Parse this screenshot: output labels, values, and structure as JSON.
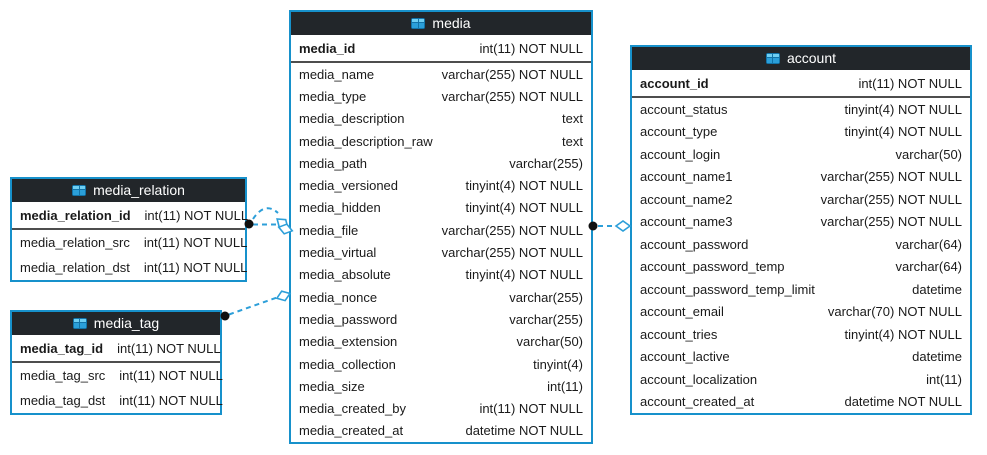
{
  "diagram_type": "database-er-diagram",
  "colors": {
    "accent": "#1791cb",
    "header_bg": "#22262a",
    "header_text": "#ffffff",
    "row_text": "#1a1a1a",
    "pk_divider": "#4d4d4d",
    "connector": "#2d9fd9",
    "dot": "#101010",
    "icon_frame": "#1273a8",
    "icon_top": "#6ecef2",
    "icon_bottom": "#2b9fd9",
    "page_bg": "#ffffff"
  },
  "tables": [
    {
      "key": "media",
      "name": "media",
      "icon": "table-icon",
      "columns": [
        {
          "name": "media_id",
          "type": "int(11) NOT NULL",
          "pk": true
        },
        {
          "name": "media_name",
          "type": "varchar(255) NOT NULL"
        },
        {
          "name": "media_type",
          "type": "varchar(255) NOT NULL"
        },
        {
          "name": "media_description",
          "type": "text"
        },
        {
          "name": "media_description_raw",
          "type": "text"
        },
        {
          "name": "media_path",
          "type": "varchar(255)"
        },
        {
          "name": "media_versioned",
          "type": "tinyint(4) NOT NULL"
        },
        {
          "name": "media_hidden",
          "type": "tinyint(4) NOT NULL"
        },
        {
          "name": "media_file",
          "type": "varchar(255) NOT NULL"
        },
        {
          "name": "media_virtual",
          "type": "varchar(255) NOT NULL"
        },
        {
          "name": "media_absolute",
          "type": "tinyint(4) NOT NULL"
        },
        {
          "name": "media_nonce",
          "type": "varchar(255)"
        },
        {
          "name": "media_password",
          "type": "varchar(255)"
        },
        {
          "name": "media_extension",
          "type": "varchar(50)"
        },
        {
          "name": "media_collection",
          "type": "tinyint(4)"
        },
        {
          "name": "media_size",
          "type": "int(11)"
        },
        {
          "name": "media_created_by",
          "type": "int(11) NOT NULL"
        },
        {
          "name": "media_created_at",
          "type": "datetime NOT NULL"
        }
      ]
    },
    {
      "key": "media_relation",
      "name": "media_relation",
      "icon": "table-icon",
      "columns": [
        {
          "name": "media_relation_id",
          "type": "int(11) NOT NULL",
          "pk": true
        },
        {
          "name": "media_relation_src",
          "type": "int(11) NOT NULL"
        },
        {
          "name": "media_relation_dst",
          "type": "int(11) NOT NULL"
        }
      ]
    },
    {
      "key": "media_tag",
      "name": "media_tag",
      "icon": "table-icon",
      "columns": [
        {
          "name": "media_tag_id",
          "type": "int(11) NOT NULL",
          "pk": true
        },
        {
          "name": "media_tag_src",
          "type": "int(11) NOT NULL"
        },
        {
          "name": "media_tag_dst",
          "type": "int(11) NOT NULL"
        }
      ]
    },
    {
      "key": "account",
      "name": "account",
      "icon": "table-icon",
      "columns": [
        {
          "name": "account_id",
          "type": "int(11) NOT NULL",
          "pk": true
        },
        {
          "name": "account_status",
          "type": "tinyint(4) NOT NULL"
        },
        {
          "name": "account_type",
          "type": "tinyint(4) NOT NULL"
        },
        {
          "name": "account_login",
          "type": "varchar(50)"
        },
        {
          "name": "account_name1",
          "type": "varchar(255) NOT NULL"
        },
        {
          "name": "account_name2",
          "type": "varchar(255) NOT NULL"
        },
        {
          "name": "account_name3",
          "type": "varchar(255) NOT NULL"
        },
        {
          "name": "account_password",
          "type": "varchar(64)"
        },
        {
          "name": "account_password_temp",
          "type": "varchar(64)"
        },
        {
          "name": "account_password_temp_limit",
          "type": "datetime"
        },
        {
          "name": "account_email",
          "type": "varchar(70) NOT NULL"
        },
        {
          "name": "account_tries",
          "type": "tinyint(4) NOT NULL"
        },
        {
          "name": "account_lactive",
          "type": "datetime"
        },
        {
          "name": "account_localization",
          "type": "int(11)"
        },
        {
          "name": "account_created_at",
          "type": "datetime NOT NULL"
        }
      ]
    }
  ],
  "connectors": [
    {
      "id": "media_relation-media",
      "from_table": "media_relation",
      "to_table": "media",
      "line_style": "dashed",
      "from_marker": "filled-dot",
      "to_marker": "open-diamond",
      "lines": 2
    },
    {
      "id": "media_tag-media",
      "from_table": "media_tag",
      "to_table": "media",
      "line_style": "dashed",
      "from_marker": "filled-dot",
      "to_marker": "open-diamond",
      "lines": 1
    },
    {
      "id": "media-account",
      "from_table": "media",
      "to_table": "account",
      "line_style": "dashed",
      "from_marker": "filled-dot",
      "to_marker": "open-diamond",
      "lines": 1
    }
  ]
}
